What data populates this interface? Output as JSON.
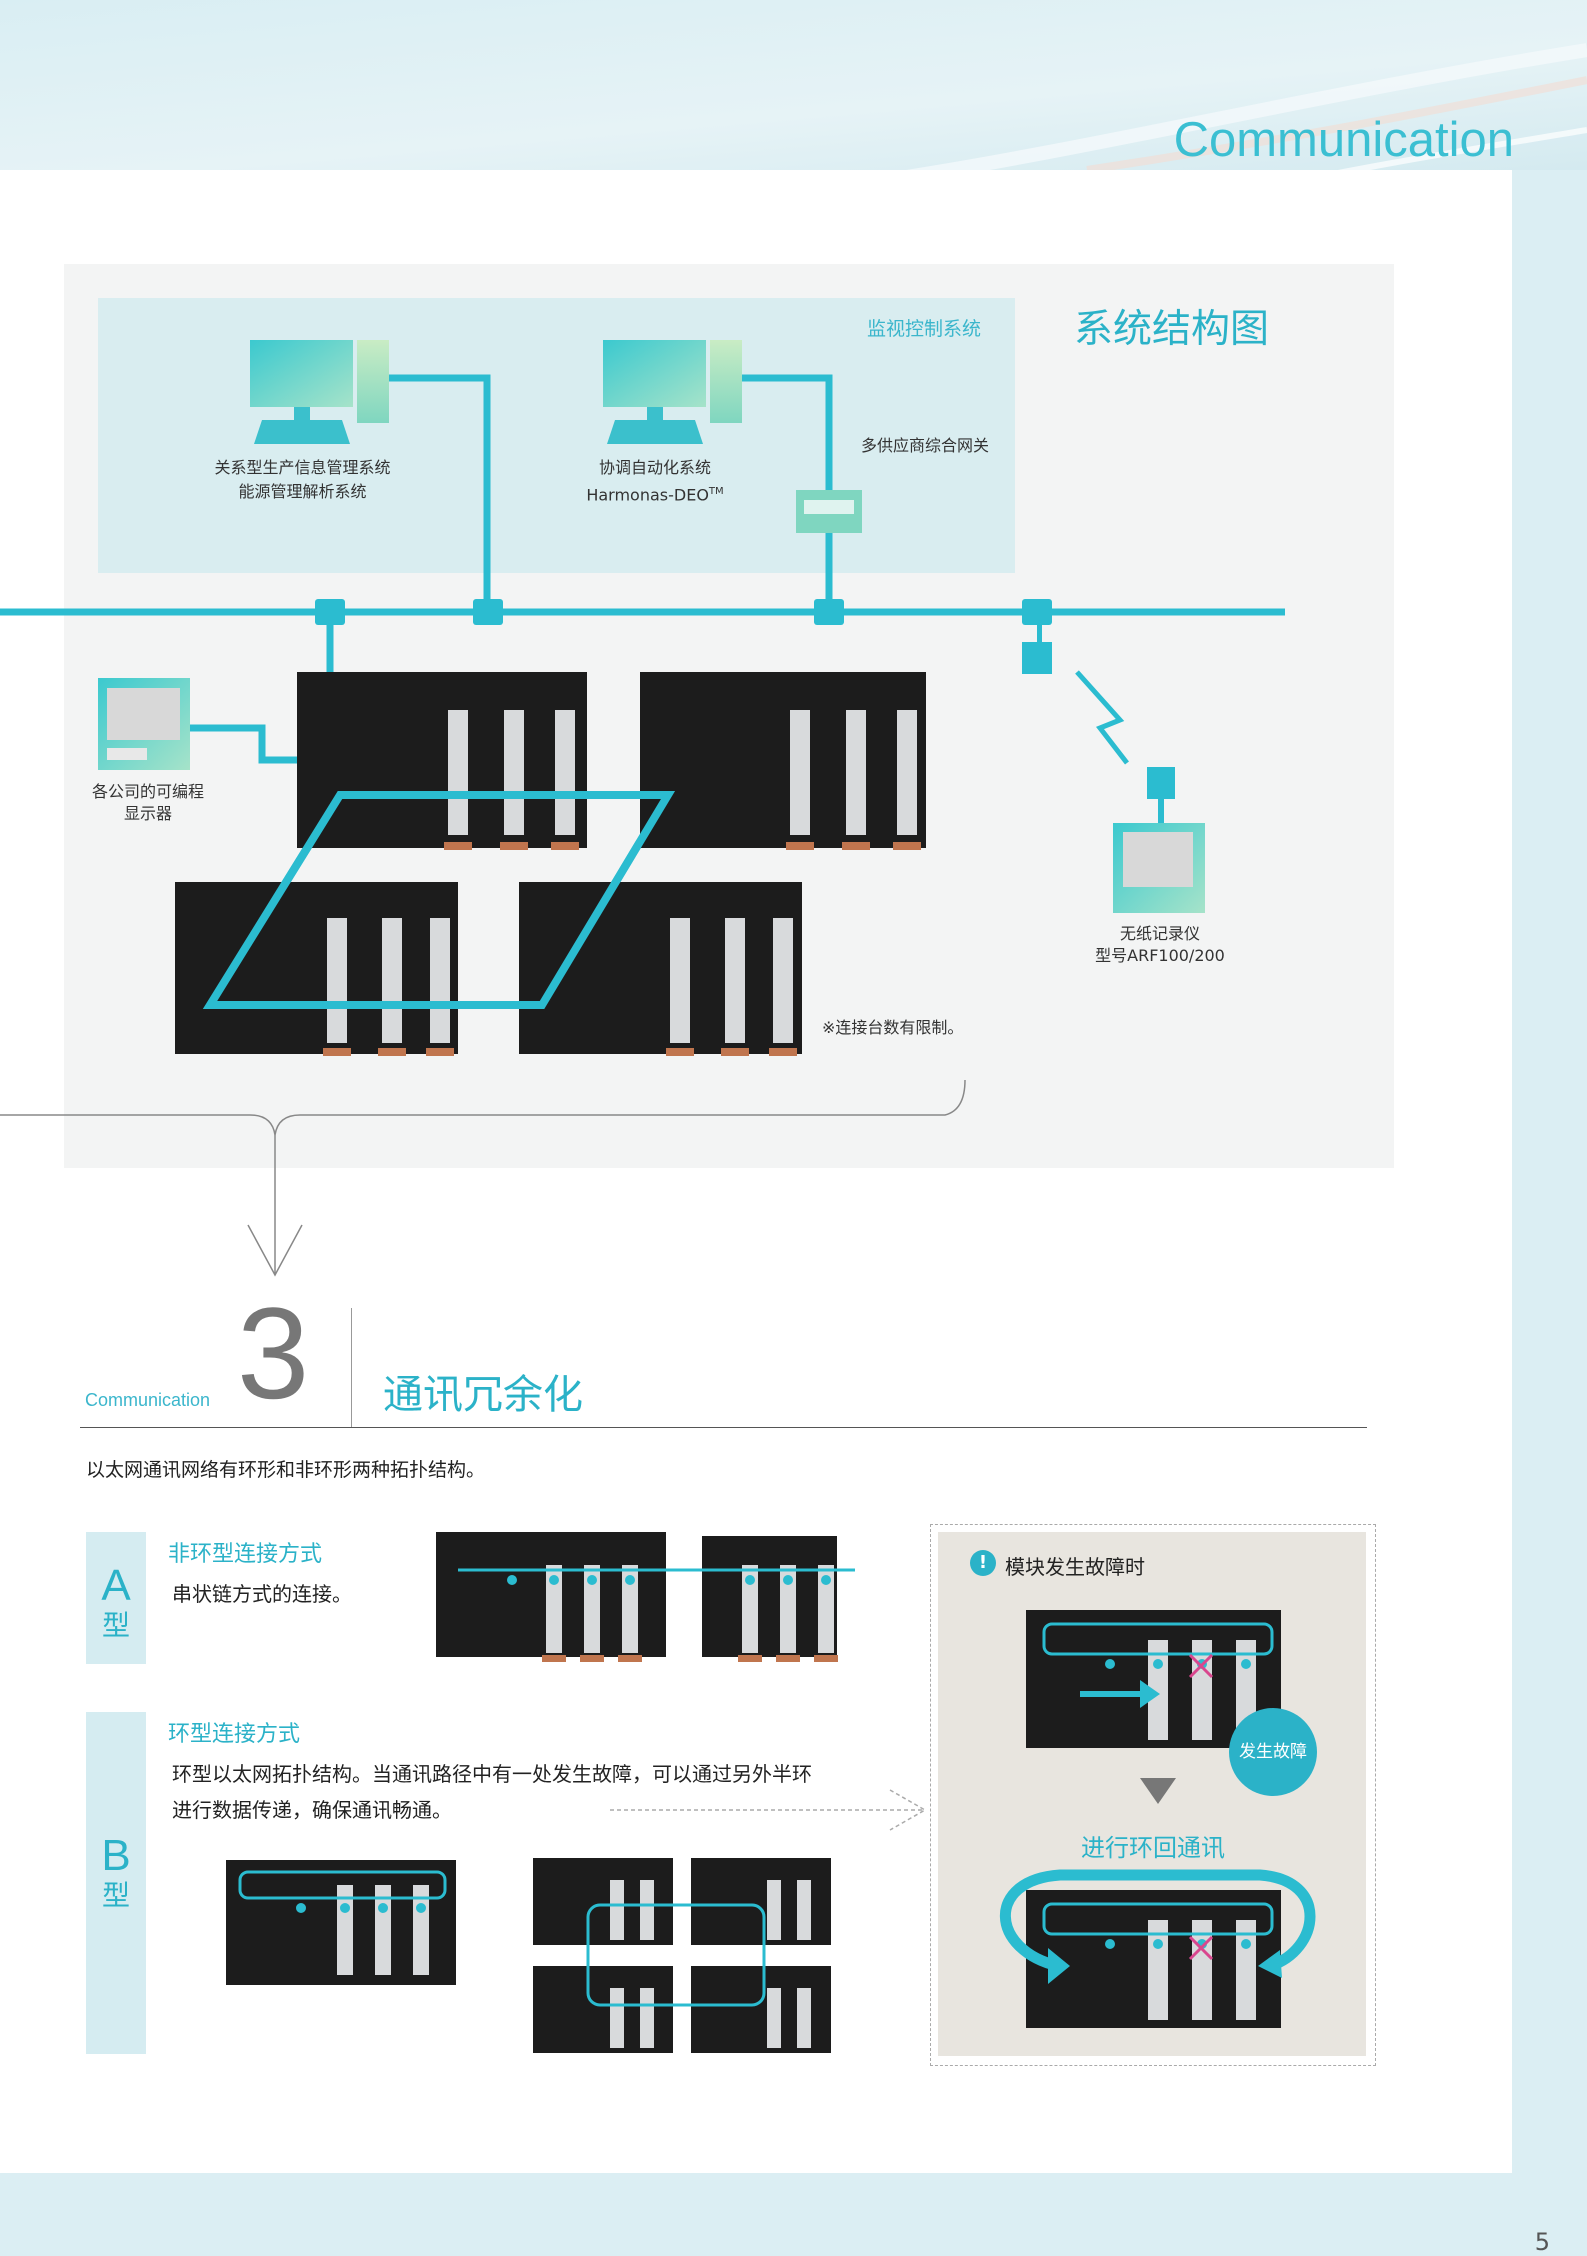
{
  "header": {
    "title": "Communication"
  },
  "page_number": "5",
  "diagram": {
    "title": "系统结构图",
    "monitor_system_label": "监视控制系统",
    "pc1_label_line1": "关系型生产信息管理系统",
    "pc1_label_line2": "能源管理解析系统",
    "pc2_label_line1": "协调自动化系统",
    "pc2_label_line2": "Harmonas-DEO",
    "pc2_label_tm": "TM",
    "gateway_label": "多供应商综合网关",
    "hmi_label_line1": "各公司的可编程",
    "hmi_label_line2": "显示器",
    "recorder_label_line1": "无纸记录仪",
    "recorder_label_line2": "型号ARF100/200",
    "note": "※连接台数有限制。"
  },
  "section": {
    "small_label": "Communication",
    "number": "3",
    "title": "通讯冗余化",
    "intro": "以太网通讯网络有环形和非环形两种拓扑结构。"
  },
  "type_a": {
    "tag_letter": "A",
    "tag_suffix": "型",
    "heading": "非环型连接方式",
    "text": "串状链方式的连接。"
  },
  "type_b": {
    "tag_letter": "B",
    "tag_suffix": "型",
    "heading": "环型连接方式",
    "text_line1": "环型以太网拓扑结构。当通讯路径中有一处发生故障，可以通过另外半环",
    "text_line2": "进行数据传递，确保通讯畅通。"
  },
  "fault_panel": {
    "icon": "!",
    "title": "模块发生故障时",
    "badge": "发生故障",
    "loop_title": "进行环回通讯"
  },
  "colors": {
    "accent": "#2bb2c8",
    "panel_bg": "#f3f4f4",
    "network": "#2bbcd0"
  }
}
